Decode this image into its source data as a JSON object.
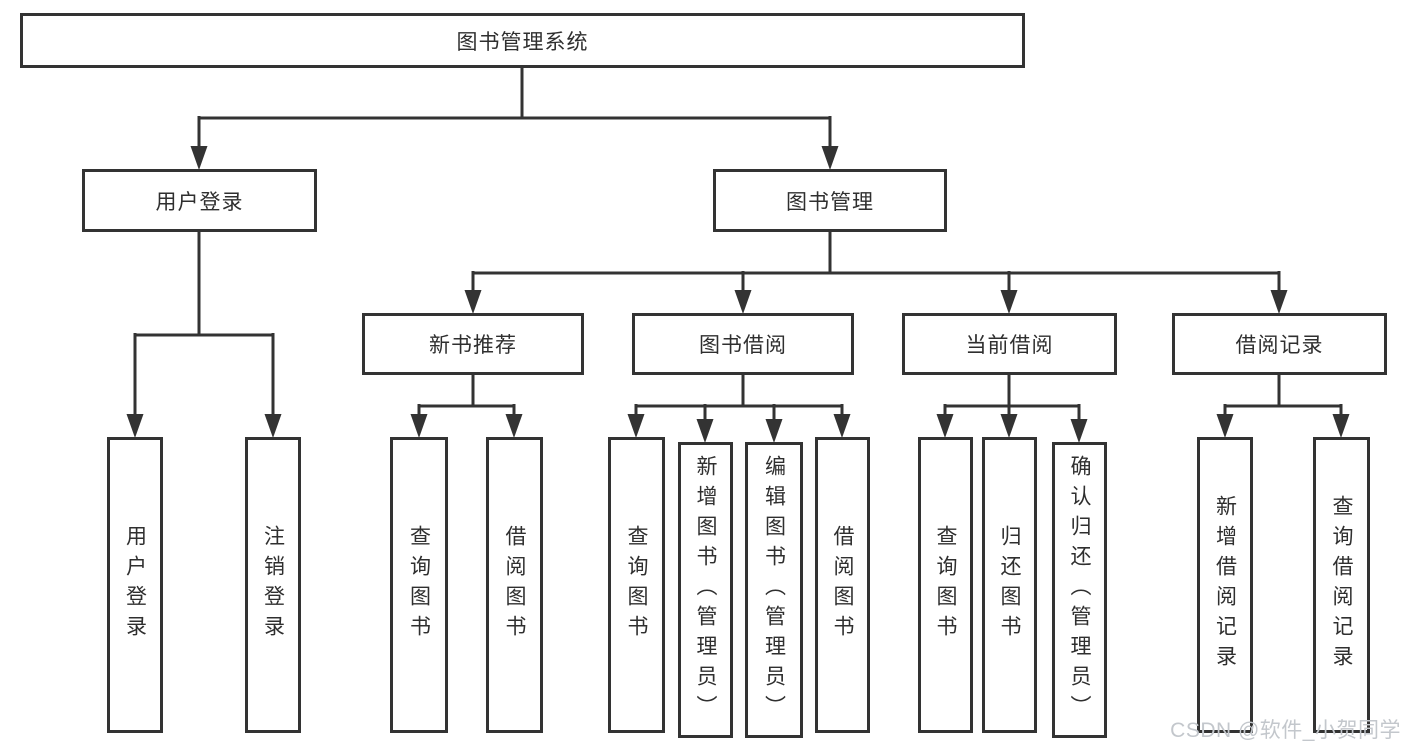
{
  "tree": {
    "root": {
      "label": "图书管理系统"
    },
    "user_login": {
      "label": "用户登录",
      "children": [
        {
          "label": "用户登录"
        },
        {
          "label": "注销登录"
        }
      ]
    },
    "book_mgmt": {
      "label": "图书管理",
      "children": [
        {
          "label": "新书推荐",
          "children": [
            {
              "label": "查询图书"
            },
            {
              "label": "借阅图书"
            }
          ]
        },
        {
          "label": "图书借阅",
          "children": [
            {
              "label": "查询图书"
            },
            {
              "label": "新增图书（管理员）"
            },
            {
              "label": "编辑图书（管理员）"
            },
            {
              "label": "借阅图书"
            }
          ]
        },
        {
          "label": "当前借阅",
          "children": [
            {
              "label": "查询图书"
            },
            {
              "label": "归还图书"
            },
            {
              "label": "确认归还（管理员）"
            }
          ]
        },
        {
          "label": "借阅记录",
          "children": [
            {
              "label": "新增借阅记录"
            },
            {
              "label": "查询借阅记录"
            }
          ]
        }
      ]
    }
  },
  "watermark": {
    "text": "CSDN @软件_小贺同学"
  },
  "colors": {
    "line": "#333333",
    "border": "#333333",
    "text": "#2f2f2f",
    "watermark": "#c3c7cc",
    "background": "#ffffff"
  }
}
